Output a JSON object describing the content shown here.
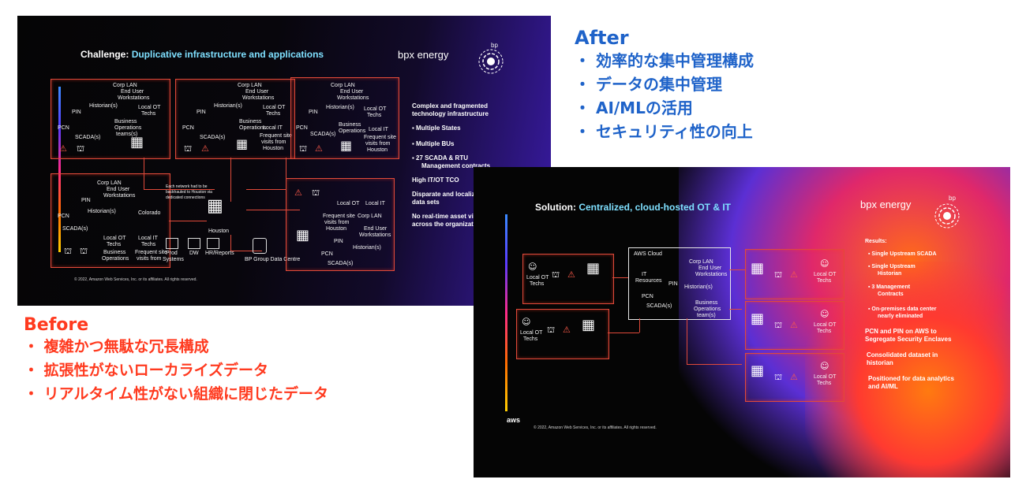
{
  "after": {
    "heading": "After",
    "items": [
      "・ 効率的な集中管理構成",
      "・ データの集中管理",
      "・ AI/MLの活用",
      "・ セキュリティ性の向上"
    ]
  },
  "before": {
    "heading": "Before",
    "items": [
      "・ 複雑かつ無駄な冗長構成",
      "・ 拡張性がないローカライズデータ",
      "・ リアルタイム性がない組織に閉じたデータ"
    ]
  },
  "slide1": {
    "title_prefix": "Challenge: ",
    "title_highlight": "Duplicative infrastructure and applications",
    "brand": "bpx energy",
    "brand_mark": "bp",
    "labels": {
      "corp_lan": "Corp LAN",
      "end_user": "End User",
      "workstations": "Workstations",
      "pin": "PIN",
      "historians": "Historian(s)",
      "local_ot": "Local OT",
      "techs": "Techs",
      "pcn": "PCN",
      "scada": "SCADA(s)",
      "business_ops": "Business",
      "operations": "Operations",
      "teams": "teams(s)",
      "local_it": "Local IT",
      "frequent": "Frequent site",
      "visits_from": "visits from",
      "houston": "Houston",
      "colorado": "Colorado",
      "network_note_1": "Each network had to be",
      "network_note_2": "backhauled to Houston via",
      "network_note_3": "dedicated connections",
      "houston_label": "Houston",
      "prod_systems_1": "Prod",
      "prod_systems_2": "Systems",
      "dw": "DW",
      "hr_reports": "HR/Reports",
      "bp_dc": "BP Group Data Centre"
    },
    "notes": {
      "intro_1": "Complex and fragmented",
      "intro_2": "technology infrastructure",
      "b1": "▪  Multiple States",
      "b2": "▪  Multiple BUs",
      "b3_1": "▪  27 SCADA & RTU",
      "b3_2": "Management contracts",
      "n1": "High IT/OT TCO",
      "n2_1": "Disparate and localized",
      "n2_2": "data sets",
      "n3_1": "No real-time asset visibility",
      "n3_2": "across the organization"
    },
    "footer": "© 2022, Amazon Web Services, Inc. or its affiliates. All rights reserved."
  },
  "slide2": {
    "title_prefix": "Solution: ",
    "title_highlight": "Centralized, cloud-hosted OT & IT",
    "brand": "bpx energy",
    "brand_mark": "bp",
    "labels": {
      "local_ot": "Local OT",
      "techs": "Techs",
      "aws_cloud": "AWS Cloud",
      "corp_lan": "Corp LAN",
      "end_user": "End User",
      "workstations": "Workstations",
      "it": "IT",
      "resources": "Resources",
      "pin": "PIN",
      "historians": "Historian(s)",
      "pcn": "PCN",
      "scada": "SCADA(s)",
      "business": "Business",
      "operations": "Operations",
      "teams": "team(s)"
    },
    "results": {
      "heading": "Results:",
      "r1": "▪  Single Upstream SCADA",
      "r2_1": "▪  Single Upstream",
      "r2_2": "Historian",
      "r3_1": "▪  3 Management",
      "r3_2": "Contracts",
      "r4_1": "▪  On-premises data center",
      "r4_2": "nearly eliminated",
      "n1_1": "PCN and PIN on AWS to",
      "n1_2": "Segregate Security Enclaves",
      "n2_1": "Consolidated dataset in",
      "n2_2": "historian",
      "n3_1": "Positioned for data analytics",
      "n3_2": "and AI/ML"
    },
    "aws_logo": "aws",
    "footer": "© 2022, Amazon Web Services, Inc. or its affiliates. All rights reserved."
  },
  "colors": {
    "after_blue": "#1f63c9",
    "before_red": "#ff3a1f",
    "highlight_cyan": "#7fe0ff",
    "wire_red": "#e04a3a"
  }
}
